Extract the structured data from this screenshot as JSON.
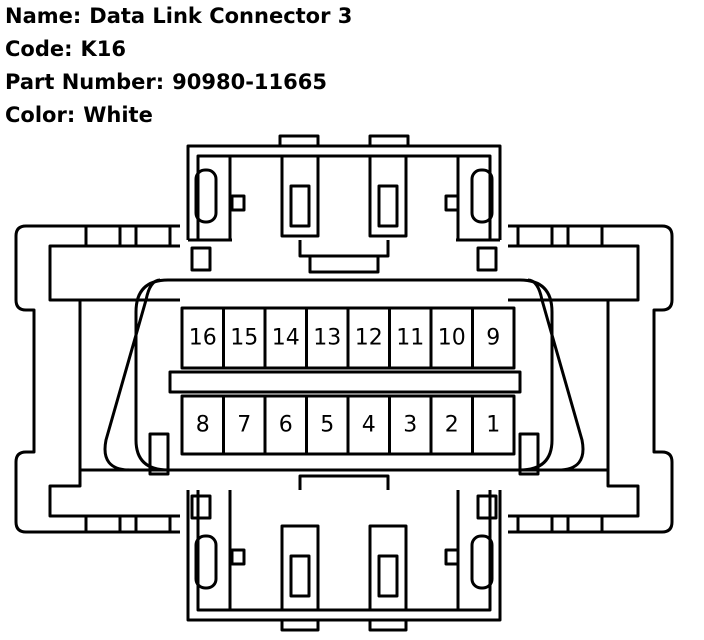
{
  "info": {
    "name_label": "Name:",
    "name_value": "Data Link Connector 3",
    "code_label": "Code:",
    "code_value": "K16",
    "part_label": "Part Number:",
    "part_value": "90980-11665",
    "color_label": "Color:",
    "color_value": "White"
  },
  "pins": {
    "top_row": [
      "16",
      "15",
      "14",
      "13",
      "12",
      "11",
      "10",
      "9"
    ],
    "bottom_row": [
      "8",
      "7",
      "6",
      "5",
      "4",
      "3",
      "2",
      "1"
    ]
  }
}
